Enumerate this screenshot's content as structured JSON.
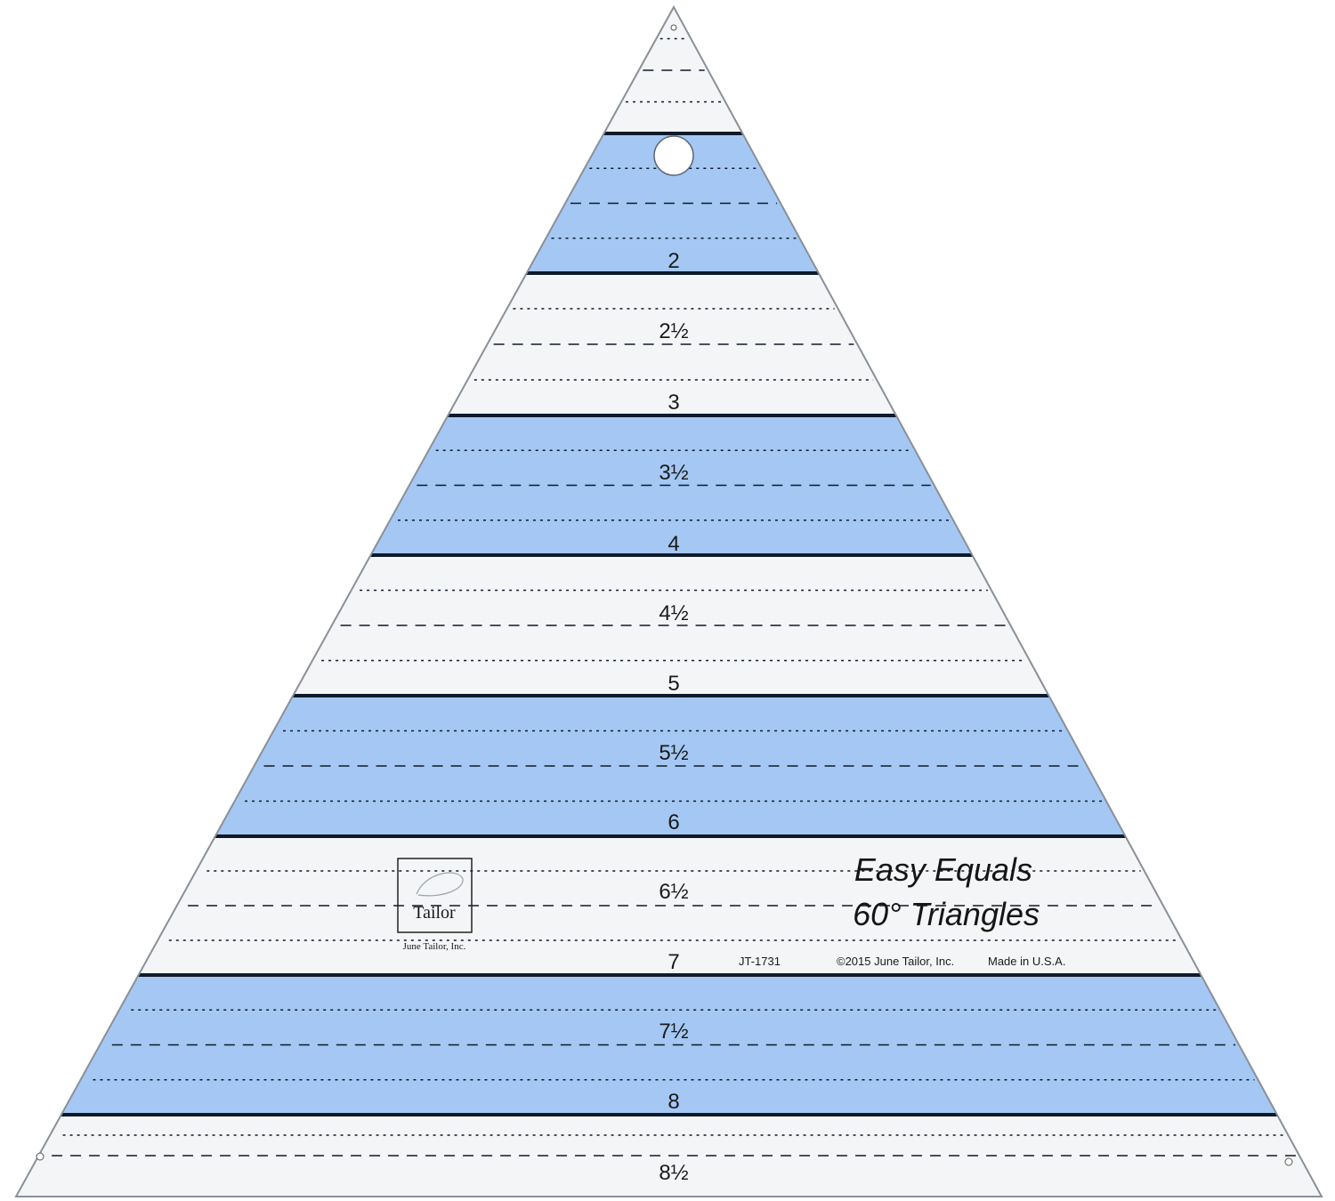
{
  "ruler": {
    "measurements": [
      "2",
      "2½",
      "3",
      "3½",
      "4",
      "4½",
      "5",
      "5½",
      "6",
      "6½",
      "7",
      "7½",
      "8",
      "8½"
    ],
    "colors": {
      "blue_band": "#a4c8f3",
      "white_band": "#f4f5f7",
      "line": "#0e1a2b",
      "outline": "#8a9099"
    },
    "title_line_1": "Easy Equals",
    "title_line_2": "60° Triangles",
    "product_code": "JT-1731",
    "copyright": "©2015 June Tailor, Inc.",
    "origin": "Made in U.S.A."
  },
  "logo": {
    "word": "Tailor",
    "company": "June Tailor, Inc."
  }
}
